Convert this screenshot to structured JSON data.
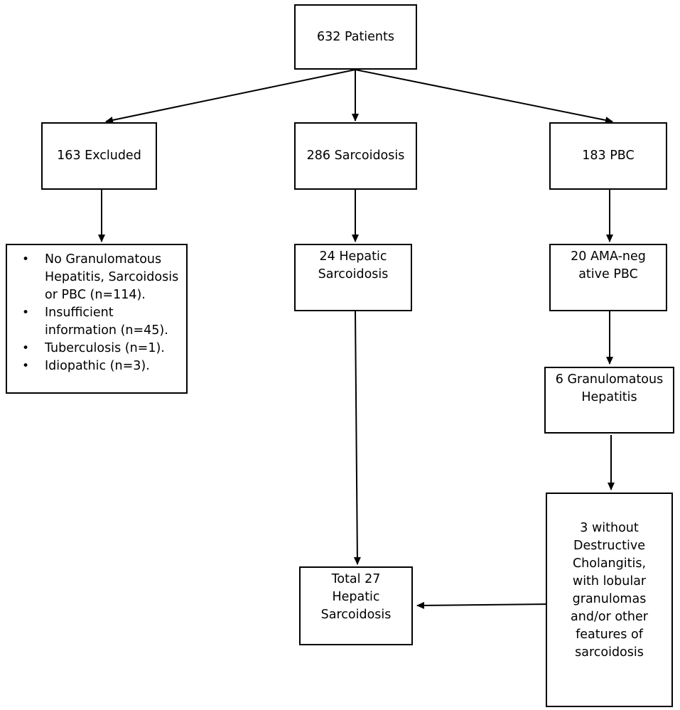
{
  "nodes": {
    "root": "632 Patients",
    "excluded": "163 Excluded",
    "sarcoidosis": "286 Sarcoidosis",
    "pbc": "183 PBC",
    "exclusion_reasons": [
      "No Granulomatous Hepatitis, Sarcoidosis or PBC (n=114).",
      "Insufficient information (n=45).",
      "Tuberculosis (n=1).",
      "Idiopathic (n=3)."
    ],
    "hepatic_sarcoidosis": "24 Hepatic Sarcoidosis",
    "ama_negative_pbc": "20 AMA-negative PBC",
    "granulomatous_hepatitis": "6 Granulomatous Hepatitis",
    "without_cholangitis": "3 without Destructive Cholangitis, with lobular granulomas and/or other features of sarcoidosis",
    "total": "Total 27 Hepatic Sarcoidosis"
  }
}
